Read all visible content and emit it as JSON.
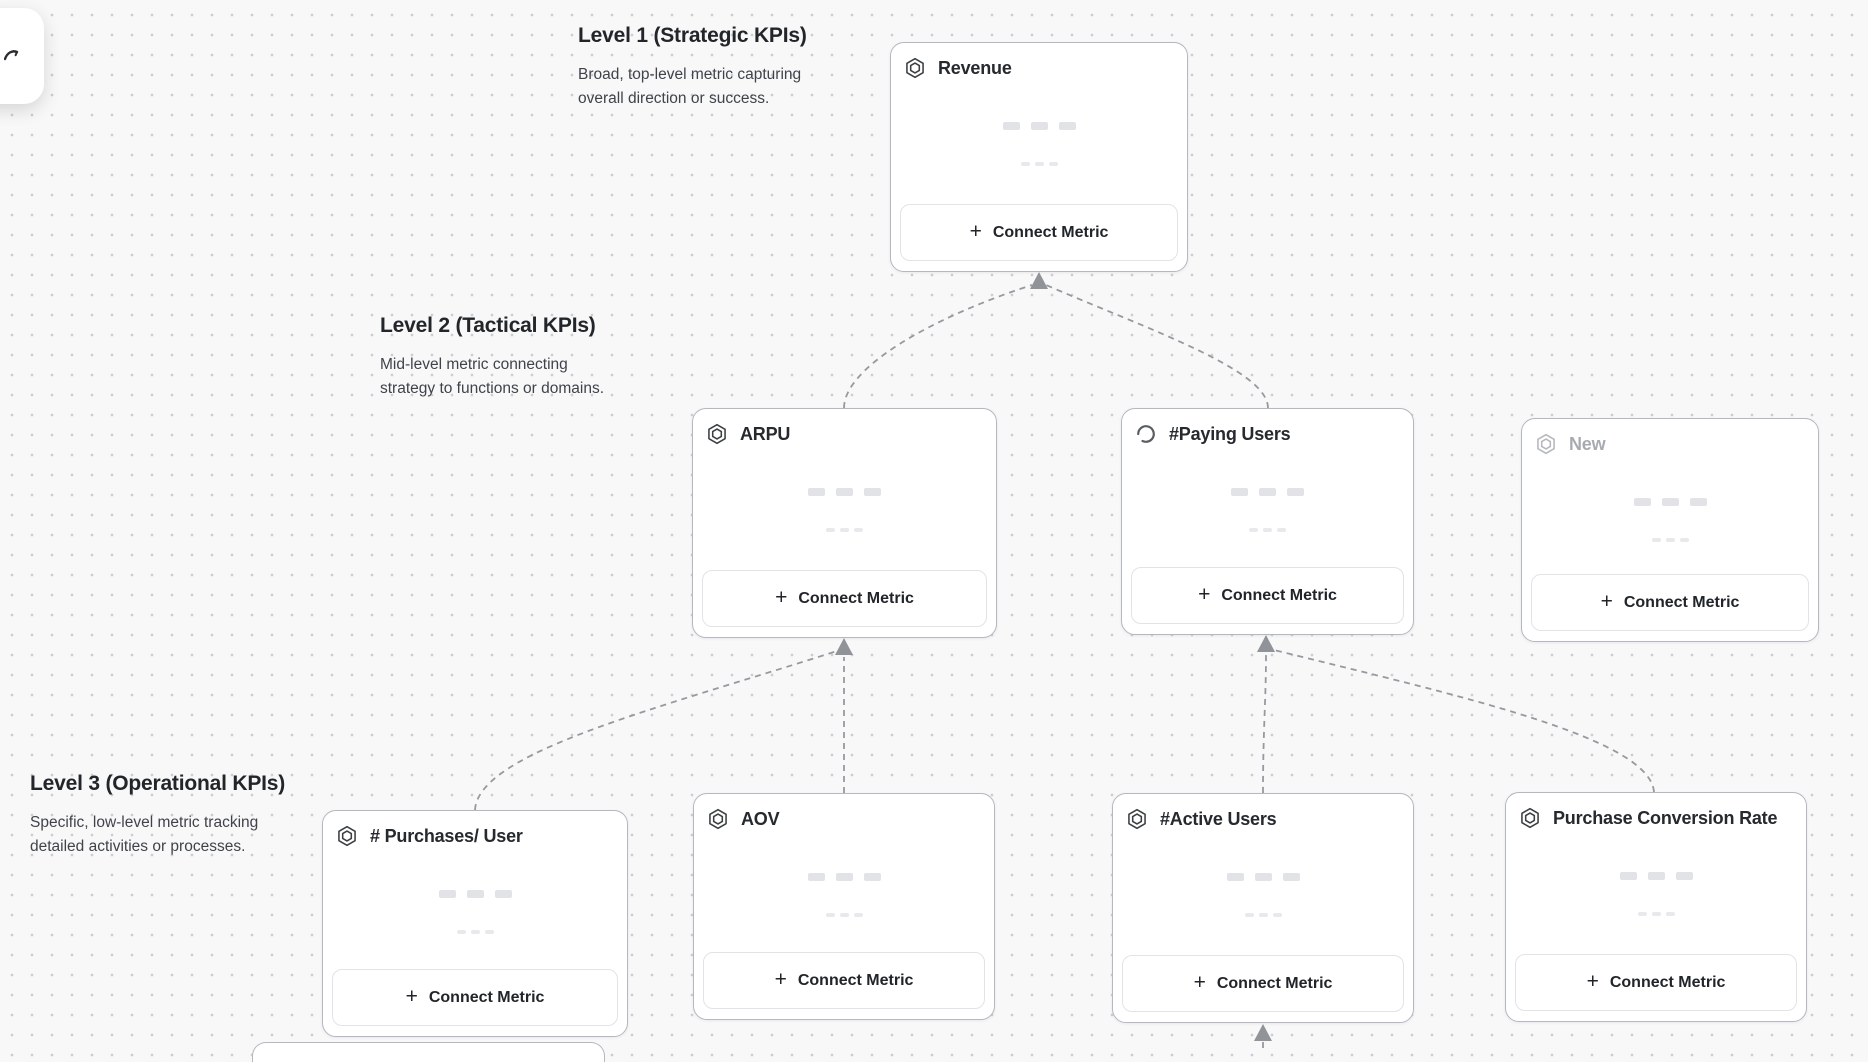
{
  "app": {
    "toolbar_icon": "draw-tool-icon"
  },
  "sections": [
    {
      "id": "level-1",
      "title": "Level 1 (Strategic KPIs)",
      "description": "Broad, top-level metric capturing\noverall direction or success."
    },
    {
      "id": "level-2",
      "title": "Level 2 (Tactical KPIs)",
      "description": "Mid-level metric connecting\nstrategy to functions or domains."
    },
    {
      "id": "level-3",
      "title": "Level 3 (Operational KPIs)",
      "description": "Specific, low-level metric tracking\ndetailed activities or processes."
    }
  ],
  "cards": [
    {
      "id": "revenue",
      "title": "Revenue",
      "icon": "metric-hexagon-icon",
      "level": 1,
      "state": "named"
    },
    {
      "id": "arpu",
      "title": "ARPU",
      "icon": "metric-hexagon-icon",
      "level": 2,
      "state": "named"
    },
    {
      "id": "paying-users",
      "title": "#Paying Users",
      "icon": "loading-spinner-icon",
      "level": 2,
      "state": "loading"
    },
    {
      "id": "new",
      "title": "New",
      "icon": "metric-hexagon-icon",
      "level": 2,
      "state": "placeholder"
    },
    {
      "id": "purchases-per-user",
      "title": "# Purchases/ User",
      "icon": "metric-hexagon-icon",
      "level": 3,
      "state": "named"
    },
    {
      "id": "aov",
      "title": "AOV",
      "icon": "metric-hexagon-icon",
      "level": 3,
      "state": "named"
    },
    {
      "id": "active-users",
      "title": "#Active Users",
      "icon": "metric-hexagon-icon",
      "level": 3,
      "state": "named"
    },
    {
      "id": "purchase-conversion-rate",
      "title": "Purchase Conversion Rate",
      "icon": "metric-hexagon-icon",
      "level": 3,
      "state": "named"
    }
  ],
  "ui": {
    "connect_metric_label": "Connect Metric",
    "plus_glyph": "+"
  },
  "edges": [
    {
      "from": "arpu",
      "to": "revenue"
    },
    {
      "from": "paying-users",
      "to": "revenue"
    },
    {
      "from": "purchases-per-user",
      "to": "arpu"
    },
    {
      "from": "aov",
      "to": "arpu"
    },
    {
      "from": "active-users",
      "to": "paying-users"
    },
    {
      "from": "purchase-conversion-rate",
      "to": "paying-users"
    },
    {
      "from": "offscreen-below",
      "to": "active-users"
    }
  ],
  "colors": {
    "canvas_bg": "#f8f8f9",
    "grid_dot": "#cdced3",
    "card_border": "#b4b8bf",
    "edge_gray": "#97999e",
    "title_text": "#26292e",
    "placeholder_text": "#a7abb0"
  }
}
